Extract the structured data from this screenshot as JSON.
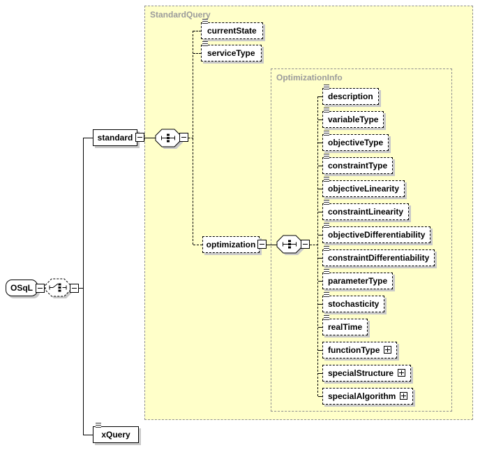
{
  "regions": {
    "standard_query": {
      "label": "StandardQuery"
    },
    "optimization_info": {
      "label": "OptimizationInfo"
    }
  },
  "root_element": {
    "label": "OSqL"
  },
  "elements": {
    "standard": {
      "label": "standard"
    },
    "xquery": {
      "label": "xQuery"
    },
    "current_state": {
      "label": "currentState"
    },
    "service_type": {
      "label": "serviceType"
    },
    "optimization": {
      "label": "optimization"
    }
  },
  "optimization_children": [
    {
      "label": "description",
      "content": "simple"
    },
    {
      "label": "variableType",
      "content": "simple"
    },
    {
      "label": "objectiveType",
      "content": "simple"
    },
    {
      "label": "constraintType",
      "content": "simple"
    },
    {
      "label": "objectiveLinearity",
      "content": "simple"
    },
    {
      "label": "constraintLinearity",
      "content": "simple"
    },
    {
      "label": "objectiveDifferentiability",
      "content": "simple"
    },
    {
      "label": "constraintDifferentiability",
      "content": "simple"
    },
    {
      "label": "parameterType",
      "content": "simple"
    },
    {
      "label": "stochasticity",
      "content": "simple"
    },
    {
      "label": "realTime",
      "content": "simple"
    },
    {
      "label": "functionType",
      "content": "complex-collapsed"
    },
    {
      "label": "specialStructure",
      "content": "complex-collapsed"
    },
    {
      "label": "specialAlgorithm",
      "content": "complex-collapsed"
    }
  ],
  "icons": {
    "choice_compositor": "choice",
    "sequence_compositor": "sequence",
    "collapse_toggle": "minus",
    "expand_toggle": "plus",
    "simple_type": "text-lines"
  },
  "colors": {
    "region_fill": "#ffffc9",
    "region_border": "#8f8f8f",
    "region_label_text": "#9b9b9b",
    "node_fill": "#ffffff",
    "node_border": "#000000",
    "shadow": "#c9c9c9"
  }
}
